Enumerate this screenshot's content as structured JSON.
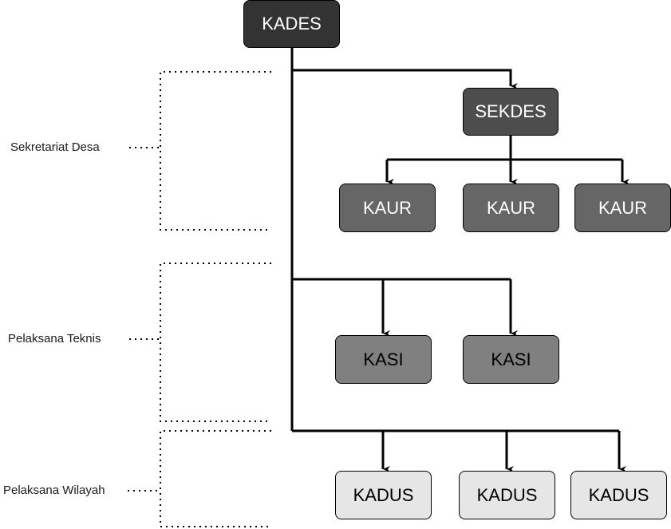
{
  "nodes": {
    "kades": "KADES",
    "sekdes": "SEKDES",
    "kaur": [
      "KAUR",
      "KAUR",
      "KAUR"
    ],
    "kasi": [
      "KASI",
      "KASI"
    ],
    "kadus": [
      "KADUS",
      "KADUS",
      "KADUS"
    ]
  },
  "groups": {
    "sekretariat": "Sekretariat Desa",
    "teknis": "Pelaksana Teknis",
    "wilayah": "Pelaksana Wilayah"
  },
  "colors": {
    "kades_fill": "#333333",
    "sekdes_fill": "#4d4d4d",
    "kaur_fill": "#666666",
    "kasi_fill": "#808080",
    "kadus_fill": "#e6e6e6"
  }
}
